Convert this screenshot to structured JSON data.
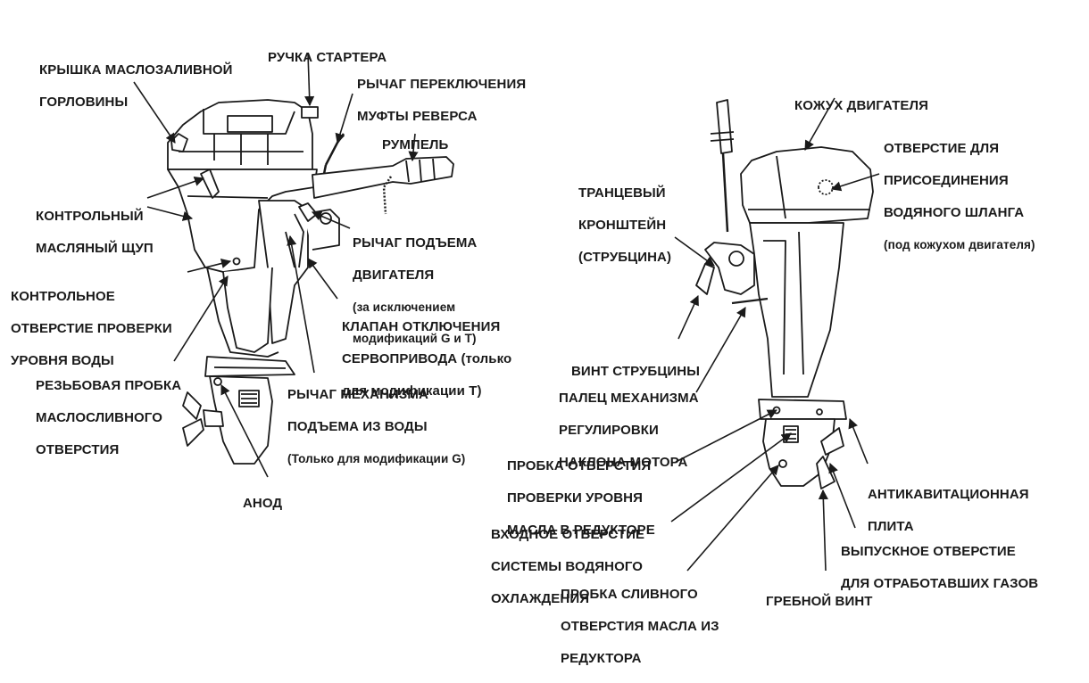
{
  "labels": {
    "oil_filler_cap": [
      "КРЫШКА МАСЛОЗАЛИВНОЙ",
      "ГОРЛОВИНЫ"
    ],
    "starter_handle": [
      "РУЧКА СТАРТЕРА"
    ],
    "reverse_lever": [
      "РЫЧАГ ПЕРЕКЛЮЧЕНИЯ",
      "МУФТЫ РЕВЕРСА"
    ],
    "tiller": [
      "РУМПЕЛЬ"
    ],
    "dipstick": [
      "КОНТРОЛЬНЫЙ",
      "МАСЛЯНЫЙ ЩУП"
    ],
    "tilt_lever": [
      "РЫЧАГ ПОДЪЕМА",
      "ДВИГАТЕЛЯ"
    ],
    "tilt_lever_note": [
      "(за исключением",
      "модификаций G и T)"
    ],
    "water_check_hole": [
      "КОНТРОЛЬНОЕ",
      "ОТВЕРСТИЕ ПРОВЕРКИ",
      "УРОВНЯ ВОДЫ"
    ],
    "servo_valve": [
      "КЛАПАН ОТКЛЮЧЕНИЯ",
      "СЕРВОПРИВОДА (только",
      "для модификации T)"
    ],
    "drain_plug": [
      "РЕЗЬБОВАЯ ПРОБКА",
      "МАСЛОСЛИВНОГО",
      "ОТВЕРСТИЯ"
    ],
    "lift_lever": [
      "РЫЧАГ МЕХАНИЗМА",
      "ПОДЪЕМА ИЗ ВОДЫ"
    ],
    "lift_lever_note": [
      "(Только для модификации G)"
    ],
    "anode": [
      "АНОД"
    ],
    "engine_cover": [
      "КОЖУХ ДВИГАТЕЛЯ"
    ],
    "water_hose_hole": [
      "ОТВЕРСТИЕ ДЛЯ",
      "ПРИСОЕДИНЕНИЯ",
      "ВОДЯНОГО ШЛАНГА"
    ],
    "water_hose_note": [
      "(под кожухом двигателя)"
    ],
    "transom_bracket": [
      "ТРАНЦЕВЫЙ",
      "КРОНШТЕЙН",
      "(СТРУБЦИНА)"
    ],
    "clamp_screw": [
      "ВИНТ СТРУБЦИНЫ"
    ],
    "trim_pin": [
      "ПАЛЕЦ МЕХАНИЗМА",
      "РЕГУЛИРОВКИ",
      "НАКЛОНА МОТОРА"
    ],
    "gear_oil_level_plug": [
      "ПРОБКА ОТВЕРСТИЯ",
      "ПРОВЕРКИ УРОВНЯ",
      "МАСЛА В РЕДУКТОРЕ"
    ],
    "anticavitation_plate": [
      "АНТИКАВИТАЦИОННАЯ",
      "ПЛИТА"
    ],
    "water_intake": [
      "ВХОДНОЕ ОТВЕРСТИЕ",
      "СИСТЕМЫ ВОДЯНОГО",
      "ОХЛАЖДЕНИЯ"
    ],
    "exhaust_outlet": [
      "ВЫПУСКНОЕ ОТВЕРСТИЕ",
      "ДЛЯ ОТРАБОТАВШИХ ГАЗОВ"
    ],
    "gear_drain_plug": [
      "ПРОБКА СЛИВНОГО",
      "ОТВЕРСТИЯ МАСЛА ИЗ",
      "РЕДУКТОРА"
    ],
    "propeller": [
      "ГРЕБНОЙ ВИНТ"
    ]
  }
}
